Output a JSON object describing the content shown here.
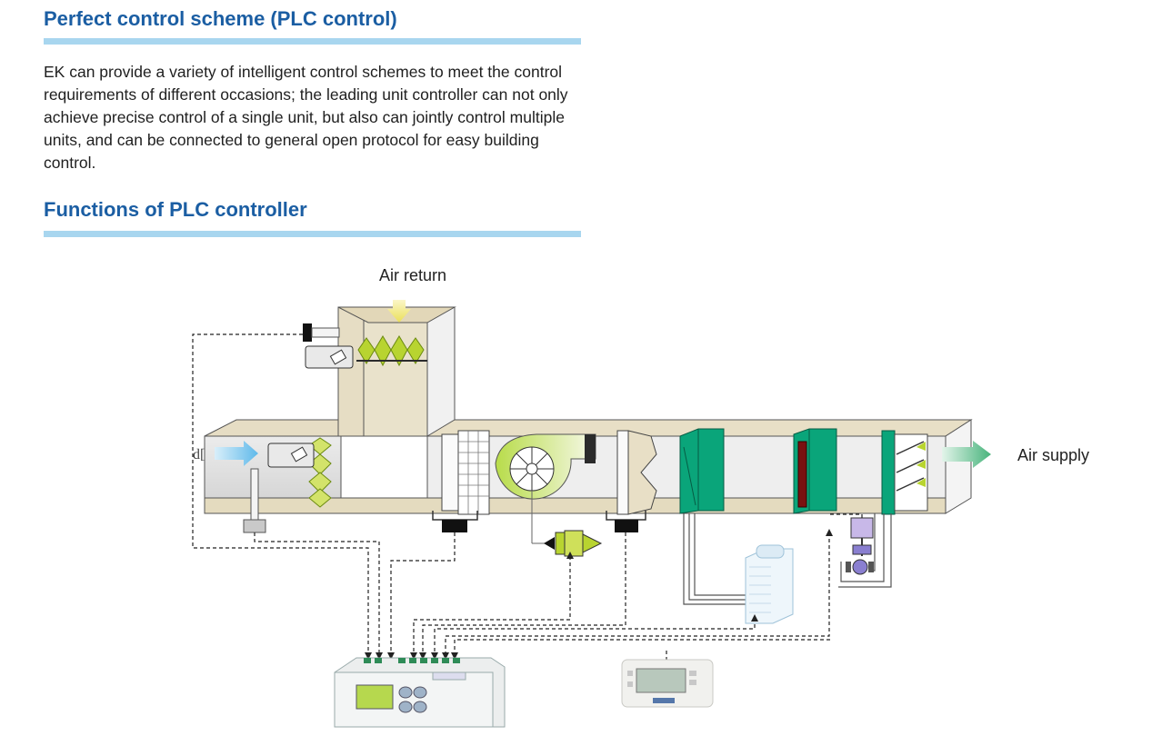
{
  "section1": {
    "title": "Perfect control scheme (PLC control)",
    "body": "EK can provide a variety of intelligent control schemes to meet the control requirements of different occasions; the leading unit controller can not only achieve precise control of a single unit, but also can jointly control multiple units, and can be connected to general open protocol for easy building control."
  },
  "section2": {
    "title": "Functions of PLC controller"
  },
  "diagram": {
    "air_return_label": "Air return",
    "air_supply_label": "Air supply",
    "fresh_air_fragment": "d["
  },
  "colors": {
    "heading": "#1b5ea3",
    "rule": "#a8d6ef",
    "coil_green": "#0aa57a",
    "damper_yellow": "#b8d430",
    "air_arrow_blue": "#6fc3ee",
    "supply_arrow_green": "#5dbf90"
  }
}
